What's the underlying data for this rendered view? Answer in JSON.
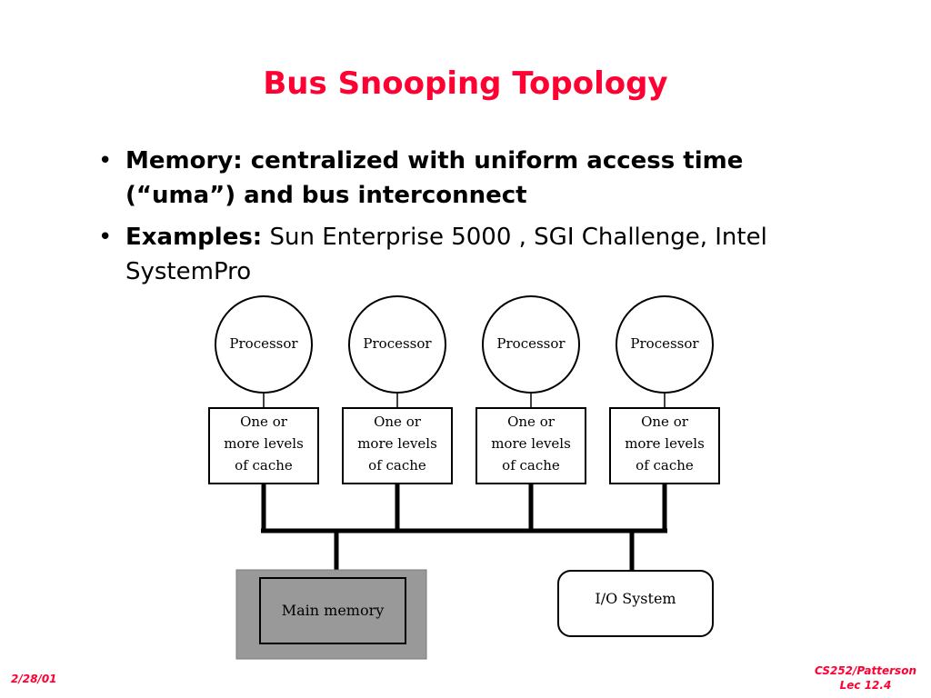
{
  "title": "Bus Snooping Topology",
  "bullets": [
    {
      "lead": "Memory:",
      "text": "centralized with uniform access time (“uma”) and bus interconnect"
    },
    {
      "lead": "Examples:",
      "text": "Sun Enterprise 5000 , SGI Challenge, Intel SystemPro"
    }
  ],
  "diagram": {
    "processor_label": "Processor",
    "cache_lines": [
      "One or",
      "more levels",
      "of cache"
    ],
    "main_memory": "Main memory",
    "io_system": "I/O System"
  },
  "footer": {
    "date": "2/28/01",
    "course": "CS252/Patterson",
    "lecture": "Lec 12.4"
  }
}
